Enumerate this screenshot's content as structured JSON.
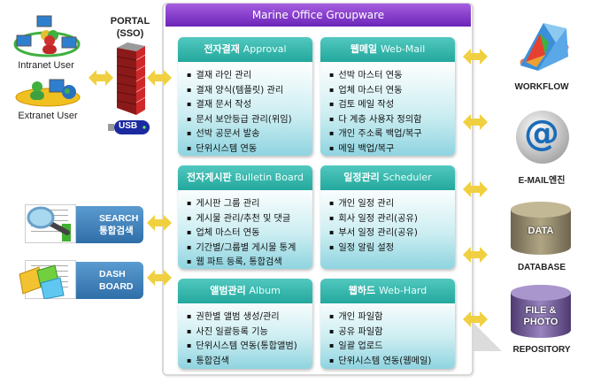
{
  "title": "Marine Office Groupware",
  "left": {
    "intranet_user": "Intranet User",
    "extranet_user": "Extranet User",
    "portal_line1": "PORTAL",
    "portal_line2": "(SSO)",
    "usb_label": "USB",
    "search_line1": "SEARCH",
    "search_line2": "통합검색",
    "dash_line1": "DASH",
    "dash_line2": "BOARD"
  },
  "modules": [
    {
      "ko": "전자결재",
      "en": "Approval",
      "items": [
        "결재 라인 관리",
        "결재 양식(템플릿) 관리",
        "결재 문서 작성",
        "문서 보안등급 관리(위임)",
        "선박 공문서 발송",
        "단위시스템 연동"
      ]
    },
    {
      "ko": "웹메일",
      "en": "Web-Mail",
      "items": [
        "선박 마스터 연동",
        "업체 마스터 연동",
        "검토 메일 작성",
        "다 계층 사용자 정의함",
        "개인 주소록 백업/복구",
        "메일 백업/복구"
      ]
    },
    {
      "ko": "전자게시판",
      "en": "Bulletin Board",
      "items": [
        "게시판 그룹 관리",
        "게시물 관리/추천 및 댓글",
        "업체 마스터 연동",
        "기간별/그룹별 게시물 통계",
        "웹 파트 등록, 통합검색"
      ]
    },
    {
      "ko": "일정관리",
      "en": "Scheduler",
      "items": [
        "개인 일정 관리",
        "회사 일정 관리(공유)",
        "부서 일정 관리(공유)",
        "일정 알림 설정"
      ]
    },
    {
      "ko": "앨범관리",
      "en": "Album",
      "items": [
        "권한별 앨범 생성/관리",
        "사진 일괄등록 기능",
        "단위시스템 연동(통합앨범)",
        "통합검색"
      ]
    },
    {
      "ko": "웹하드",
      "en": "Web-Hard",
      "items": [
        "개인 파일함",
        "공유 파일함",
        "일괄 업로드",
        "단위시스템 연동(웹메일)"
      ]
    }
  ],
  "right": {
    "workflow": "WORKFLOW",
    "email_engine": "E-MAIL엔진",
    "email_glyph": "@",
    "db_cyl_text": "DATA",
    "database": "DATABASE",
    "repo_cyl_line1": "FILE &",
    "repo_cyl_line2": "PHOTO",
    "repository": "REPOSITORY"
  },
  "colors": {
    "title_bar": "#7b35c6",
    "card_header": "#2bb0a5",
    "arrow": "#f0d040",
    "side_button": "#3b7bb6"
  }
}
